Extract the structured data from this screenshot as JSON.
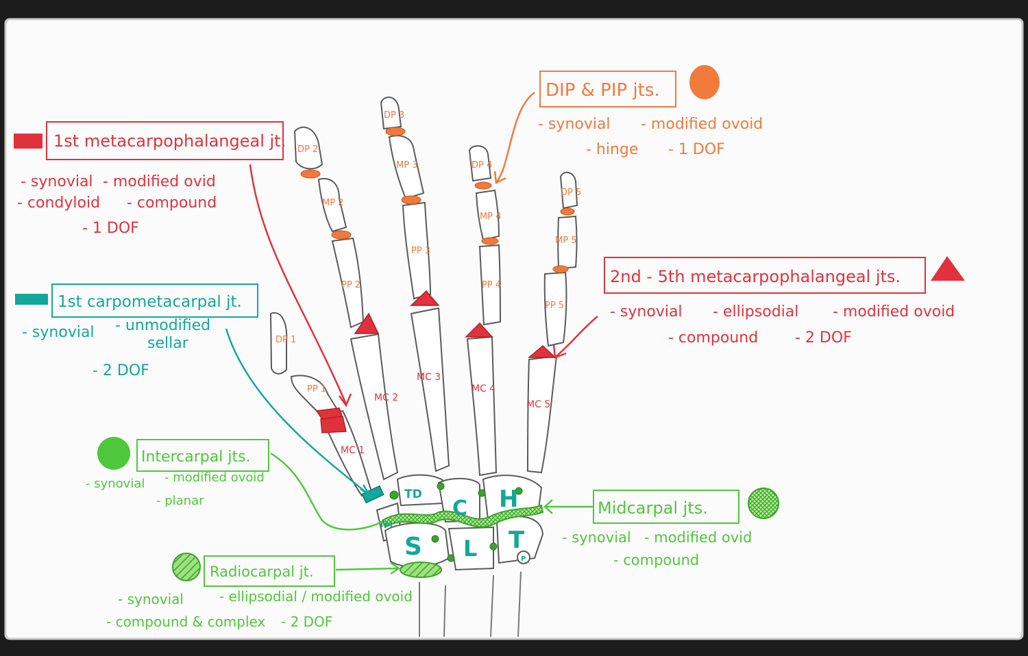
{
  "colors": {
    "red": "#e0323c",
    "orange": "#f07a3c",
    "teal": "#12a89a",
    "green": "#4fc73a",
    "bone": "#5a5a5a"
  },
  "labels": {
    "mcp1": {
      "title": "1st metacarpophalangeal jt.",
      "lines": [
        "- synovial",
        "- modified ovid",
        "- condyloid",
        "- compound",
        "- 1 DOF"
      ]
    },
    "dip_pip": {
      "title": "DIP & PIP jts.",
      "lines": [
        "- synovial",
        "- modified ovoid",
        "- hinge",
        "- 1 DOF"
      ]
    },
    "mcp2_5": {
      "title": "2nd - 5th metacarpophalangeal jts.",
      "lines": [
        "- synovial",
        "- ellipsodial",
        "- modified ovoid",
        "- compound",
        "- 2 DOF"
      ]
    },
    "cmc1": {
      "title": "1st carpometacarpal jt.",
      "lines": [
        "- synovial",
        "- unmodified",
        "sellar",
        "- 2 DOF"
      ]
    },
    "intercarpal": {
      "title": "Intercarpal jts.",
      "lines": [
        "- synovial",
        "- modified ovoid",
        "- planar"
      ]
    },
    "midcarpal": {
      "title": "Midcarpal jts.",
      "lines": [
        "- synovial",
        "- modified ovid",
        "- compound"
      ]
    },
    "radiocarpal": {
      "title": "Radiocarpal jt.",
      "lines": [
        "- synovial",
        "- ellipsodial / modified ovoid",
        "- compound & complex",
        "- 2 DOF"
      ]
    }
  },
  "bones": {
    "dp1": "DP 1",
    "pp1": "PP 1",
    "mc1": "MC 1",
    "dp2": "DP 2",
    "mp2": "MP 2",
    "pp2": "PP 2",
    "mc2": "MC 2",
    "dp3": "DP 3",
    "mp3": "MP 3",
    "pp3": "PP 3",
    "mc3": "MC 3",
    "dp4": "DP 4",
    "mp4": "MP 4",
    "pp4": "PP 4",
    "mc4": "MC 4",
    "dp5": "DP 5",
    "mp5": "MP 5",
    "pp5": "PP 5",
    "mc5": "MC 5",
    "td": "TD",
    "tm": "TM",
    "c": "C",
    "h": "H",
    "s": "S",
    "l": "L",
    "t": "T",
    "p": "P"
  }
}
